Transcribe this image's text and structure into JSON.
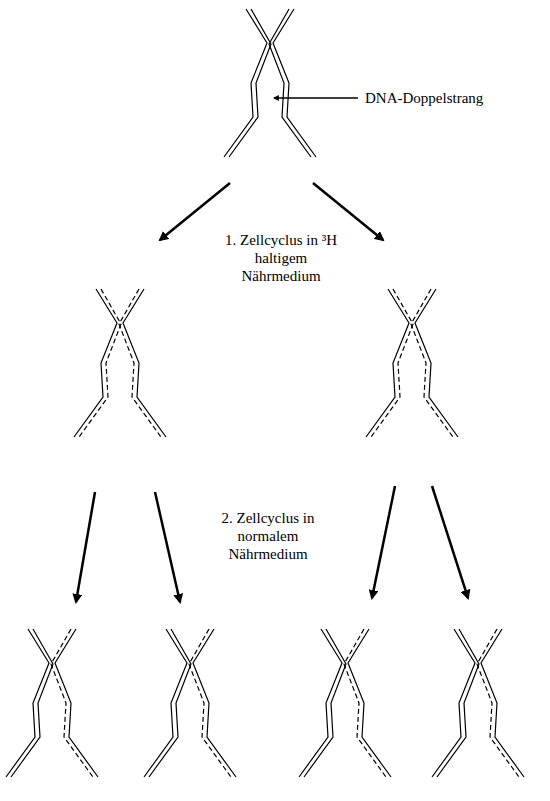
{
  "diagram": {
    "labels": [
      "DNA-Doppelstrang",
      "1. Zellcyclus in ³H haltigem Nährmedium",
      "2. Zellcyclus in normalem Nährmedium"
    ]
  }
}
